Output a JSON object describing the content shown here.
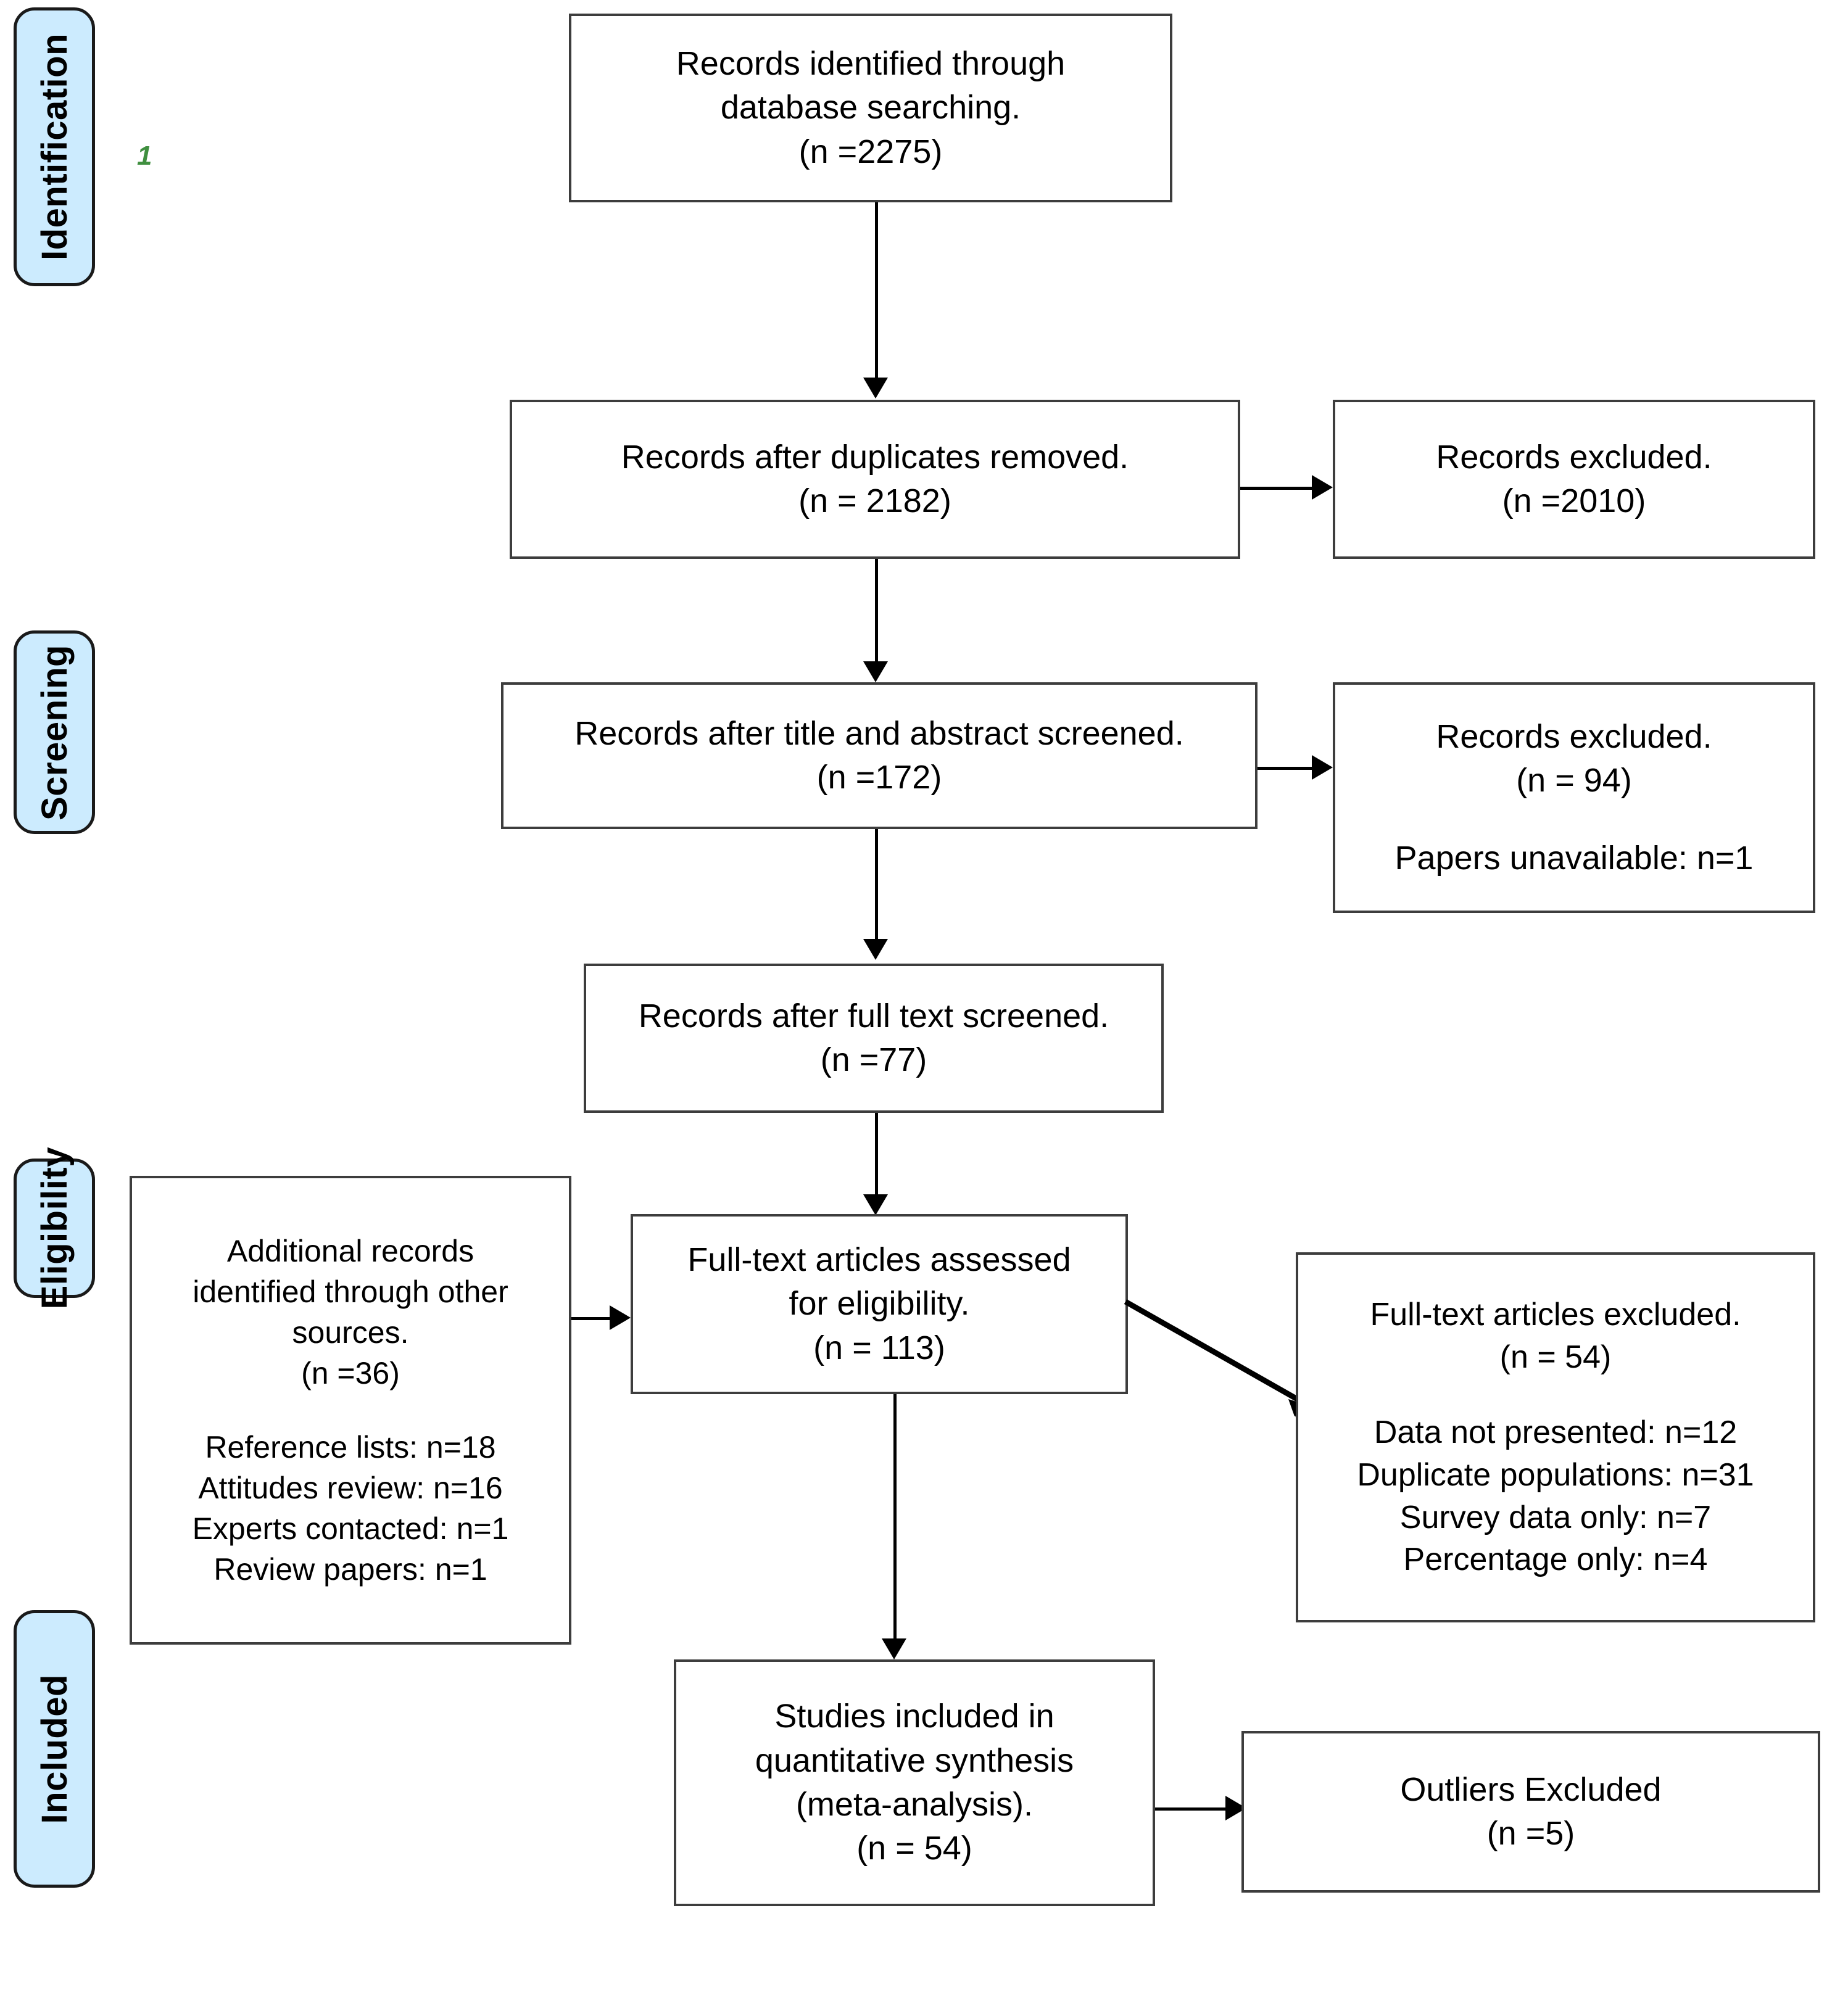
{
  "figure": {
    "type": "prisma-flow-diagram",
    "marker": "1",
    "marker_color": "#3f8f3f",
    "phase_fill": "#CCEBFE",
    "box_border": "#3d3d3d"
  },
  "phases": [
    {
      "id": "identification",
      "label": "Identification"
    },
    {
      "id": "screening",
      "label": "Screening"
    },
    {
      "id": "eligibility",
      "label": "Eligibility"
    },
    {
      "id": "included",
      "label": "Included"
    }
  ],
  "boxes": {
    "identified": {
      "lines": [
        "Records identified through",
        "database searching.",
        "(n =2275)"
      ],
      "n": 2275
    },
    "duplicates_removed": {
      "lines": [
        "Records after duplicates removed.",
        "(n = 2182)"
      ],
      "n": 2182
    },
    "excluded_duplicates": {
      "lines": [
        "Records excluded.",
        "(n =2010)"
      ],
      "n": 2010
    },
    "title_abstract_screened": {
      "lines": [
        "Records after title and abstract screened.",
        "(n =172)"
      ],
      "n": 172
    },
    "excluded_title_abstract": {
      "lines": [
        "Records excluded.",
        "(n = 94)"
      ],
      "extra": [
        "Papers unavailable: n=1"
      ],
      "n": 94
    },
    "full_text_screened": {
      "lines": [
        "Records after full text screened.",
        "(n =77)"
      ],
      "n": 77
    },
    "additional_records": {
      "lines": [
        "Additional records",
        "identified through other",
        "sources.",
        "(n =36)"
      ],
      "extra": [
        "Reference lists: n=18",
        "Attitudes review: n=16",
        "Experts contacted: n=1",
        "Review papers: n=1"
      ],
      "n": 36
    },
    "assessed_eligibility": {
      "lines": [
        "Full-text articles assessed",
        "for eligibility.",
        "(n = 113)"
      ],
      "n": 113
    },
    "excluded_full_text": {
      "lines": [
        "Full-text articles excluded.",
        "(n = 54)"
      ],
      "extra": [
        "Data not presented: n=12",
        "Duplicate populations: n=31",
        "Survey data only: n=7",
        "Percentage only: n=4"
      ],
      "n": 54
    },
    "included_quantitative": {
      "lines": [
        "Studies included in",
        "quantitative synthesis",
        "(meta-analysis).",
        "(n = 54)"
      ],
      "n": 54
    },
    "outliers_excluded": {
      "lines": [
        "Outliers Excluded",
        "(n =5)"
      ],
      "n": 5
    }
  }
}
